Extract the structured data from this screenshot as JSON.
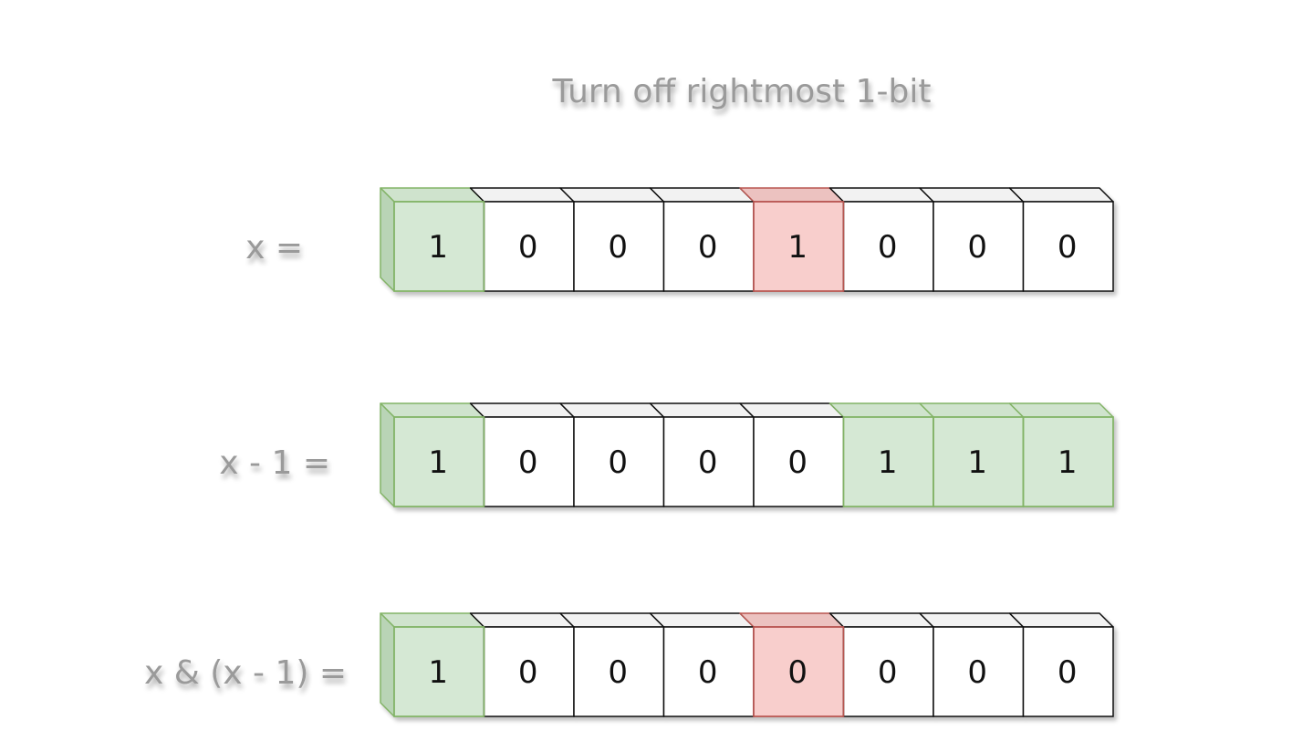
{
  "title": "Turn off rightmost 1-bit",
  "colors": {
    "plain_fill": "#ffffff",
    "plain_top": "#f2f2f2",
    "plain_side": "#e6e6e6",
    "plain_stroke": "#111111",
    "green_fill": "#d5e8d4",
    "green_top": "#cfe3cd",
    "green_side": "#b9d4b6",
    "green_stroke": "#82b366",
    "red_fill": "#f8cecc",
    "red_top": "#ecc2c0",
    "red_side": "#e3b0ae",
    "red_stroke": "#b85450",
    "label_color": "#9a9a9a"
  },
  "rows": [
    {
      "label": "x =",
      "bits": [
        "1",
        "0",
        "0",
        "0",
        "1",
        "0",
        "0",
        "0"
      ],
      "highlights": [
        "green",
        "plain",
        "plain",
        "plain",
        "red",
        "plain",
        "plain",
        "plain"
      ]
    },
    {
      "label": "x - 1 =",
      "bits": [
        "1",
        "0",
        "0",
        "0",
        "0",
        "1",
        "1",
        "1"
      ],
      "highlights": [
        "green",
        "plain",
        "plain",
        "plain",
        "plain",
        "green",
        "green",
        "green"
      ]
    },
    {
      "label": "x & (x - 1) =",
      "bits": [
        "1",
        "0",
        "0",
        "0",
        "0",
        "0",
        "0",
        "0"
      ],
      "highlights": [
        "green",
        "plain",
        "plain",
        "plain",
        "red",
        "plain",
        "plain",
        "plain"
      ]
    }
  ]
}
